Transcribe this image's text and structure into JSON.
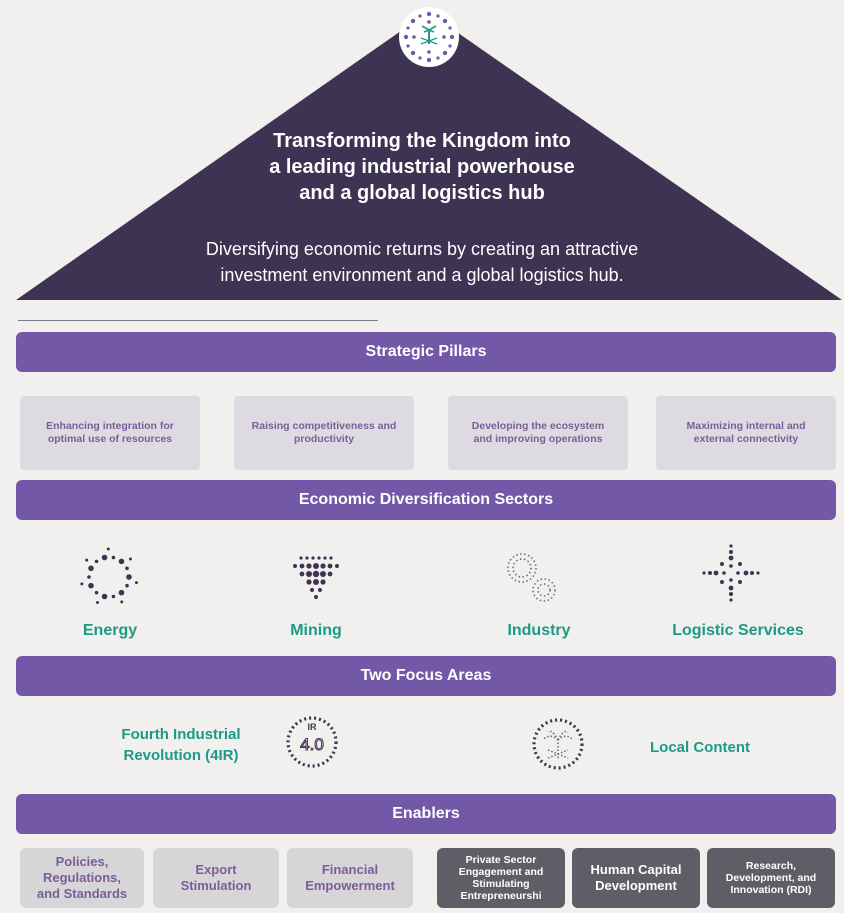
{
  "header": {
    "headline_line1": "Transforming the Kingdom into",
    "headline_line2": "a leading industrial powerhouse",
    "headline_line3": "and a global logistics hub",
    "subline_line1": "Diversifying economic returns by creating an attractive",
    "subline_line2": "investment environment and a global logistics hub."
  },
  "strategic_pillars": {
    "title": "Strategic Pillars",
    "items": [
      "Enhancing integration for optimal use of resources",
      "Raising competitiveness and productivity",
      "Developing the ecosystem and improving operations",
      "Maximizing internal and external connectivity"
    ]
  },
  "sectors": {
    "title": "Economic Diversification Sectors",
    "items": [
      {
        "label": "Energy",
        "icon": "energy-icon"
      },
      {
        "label": "Mining",
        "icon": "mining-icon"
      },
      {
        "label": "Industry",
        "icon": "industry-icon"
      },
      {
        "label": "Logistic Services",
        "icon": "logistics-icon"
      }
    ]
  },
  "focus_areas": {
    "title": "Two Focus Areas",
    "items": [
      {
        "label_line1": "Fourth Industrial",
        "label_line2": "Revolution (4IR)",
        "icon": "ir40-icon",
        "icon_top": "IR",
        "icon_main": "4.0"
      },
      {
        "label": "Local Content",
        "icon": "local-content-icon"
      }
    ]
  },
  "enablers": {
    "title": "Enablers",
    "items": [
      {
        "lines": [
          "Policies,",
          "Regulations,",
          "and Standards"
        ],
        "style": "light"
      },
      {
        "lines": [
          "Export",
          "Stimulation"
        ],
        "style": "light"
      },
      {
        "lines": [
          "Financial",
          "Empowerment"
        ],
        "style": "light"
      },
      {
        "lines": [
          "Private Sector",
          "Engagement and",
          "Stimulating",
          "Entrepreneurshi"
        ],
        "style": "dark"
      },
      {
        "lines": [
          "Human Capital",
          "Development"
        ],
        "style": "dark"
      },
      {
        "lines": [
          "Research,",
          "Development, and",
          "Innovation (RDI)"
        ],
        "style": "dark"
      }
    ]
  },
  "colors": {
    "roof": "#3d3352",
    "bar": "#7458a8",
    "accent_text": "#1c9a86",
    "pillar_text": "#7a5e9a",
    "enabler_dark": "#5e5f66",
    "enabler_light": "#d6d5d8"
  }
}
